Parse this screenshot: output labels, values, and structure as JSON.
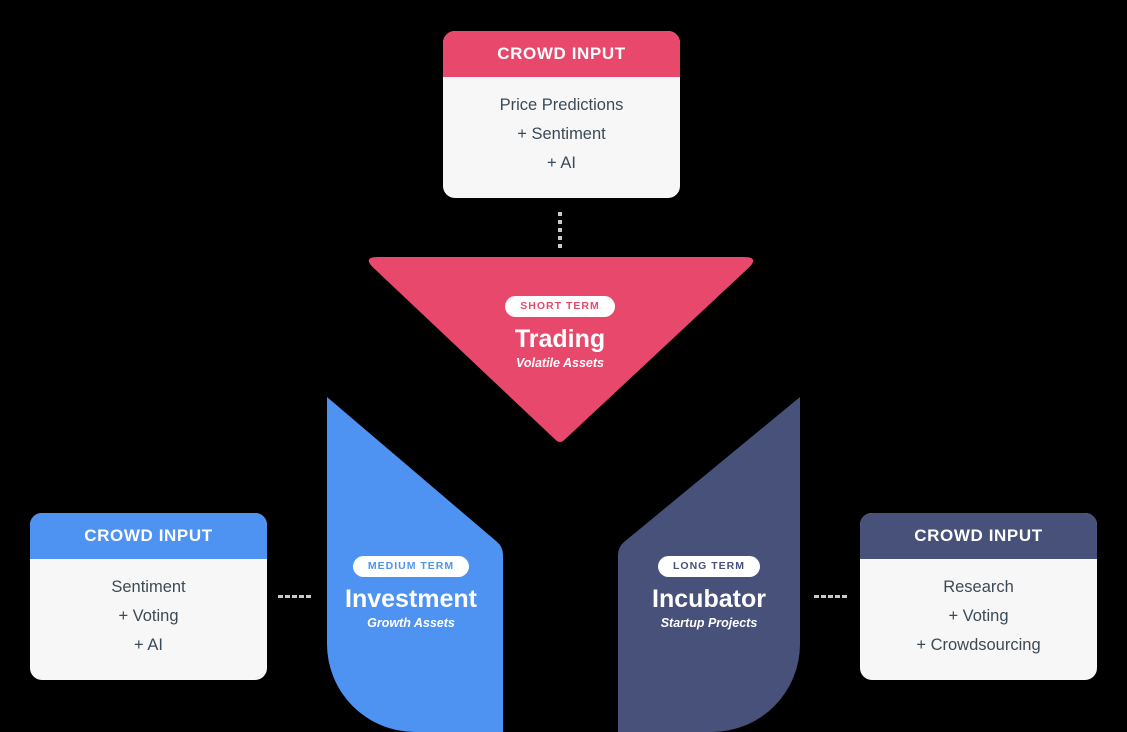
{
  "canvas": {
    "background": "#000000",
    "connector_color": "#c9c9c9",
    "card_body_color": "#f7f7f7",
    "card_text_color": "#3c4a57"
  },
  "funnels": {
    "trading": {
      "term_badge": "SHORT TERM",
      "title": "Trading",
      "subtitle": "Volatile Assets",
      "color": "#e9486d"
    },
    "investment": {
      "term_badge": "MEDIUM TERM",
      "title": "Investment",
      "subtitle": "Growth Assets",
      "color": "#4f93f2"
    },
    "incubator": {
      "term_badge": "LONG TERM",
      "title": "Incubator",
      "subtitle": "Startup Projects",
      "color": "#47517a"
    }
  },
  "cards": {
    "top": {
      "header": "CROWD INPUT",
      "lines": [
        "Price Predictions",
        "+ Sentiment",
        "+ AI"
      ]
    },
    "left": {
      "header": "CROWD INPUT",
      "lines": [
        "Sentiment",
        "+ Voting",
        "+ AI"
      ]
    },
    "right": {
      "header": "CROWD INPUT",
      "lines": [
        "Research",
        "+ Voting",
        "+ Crowdsourcing"
      ]
    }
  }
}
